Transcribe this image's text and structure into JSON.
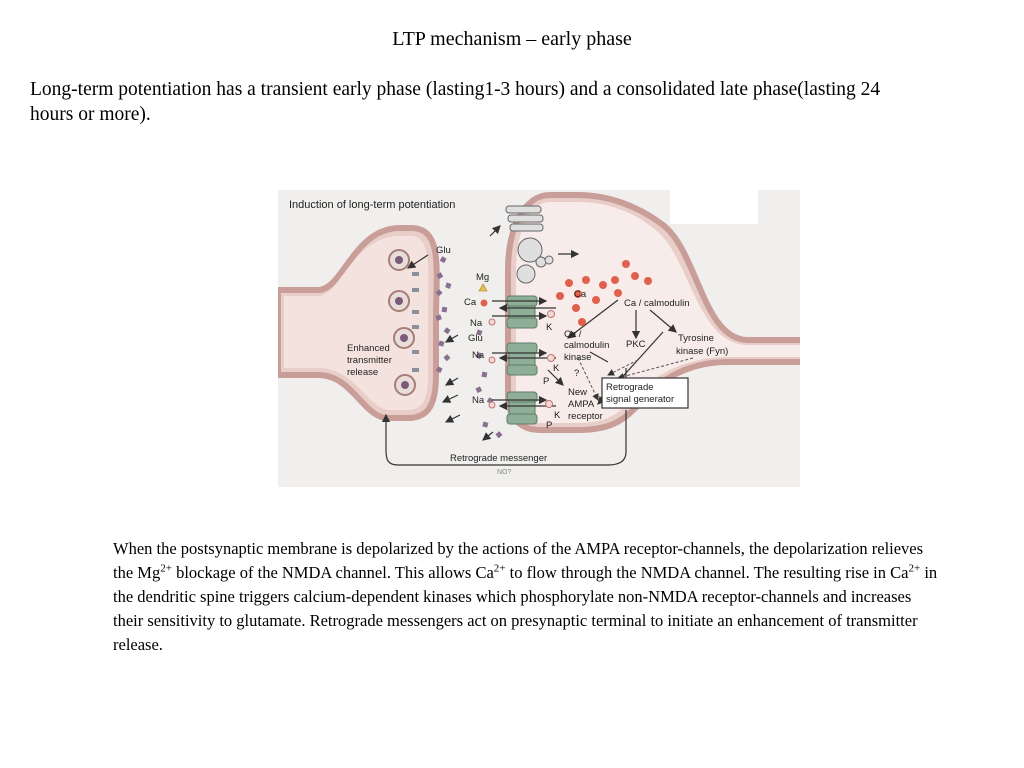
{
  "title": "LTP mechanism – early phase",
  "intro": "Long-term potentiation has a transient early phase (lasting1-3 hours) and a consolidated late phase(lasting 24 hours or more).",
  "figure": {
    "title": "Induction of long-term potentiation",
    "labels": {
      "glu_top": "Glu",
      "mg": "Mg",
      "ca_left": "Ca",
      "na_1": "Na",
      "glu_mid": "Glu",
      "na_2": "Na",
      "na_3": "Na",
      "k_1": "K",
      "k_2": "K",
      "k_3": "K",
      "p_1": "P",
      "p_2": "P",
      "ca_cluster": "Ca",
      "ca_calmodulin": "Ca / calmodulin",
      "camk_1": "Ca /",
      "camk_2": "calmodulin",
      "camk_3": "kinase",
      "pkc": "PKC",
      "tyrosine_1": "Tyrosine",
      "tyrosine_2": "kinase (Fyn)",
      "question": "?",
      "new_ampa_1": "New",
      "new_ampa_2": "AMPA",
      "new_ampa_3": "receptor",
      "retro_gen_1": "Retrograde",
      "retro_gen_2": "signal generator",
      "enhanced_1": "Enhanced",
      "enhanced_2": "transmitter",
      "enhanced_3": "release",
      "retro_msg": "Retrograde messenger",
      "no": "NO?"
    }
  },
  "caption": {
    "part1": "When the postsynaptic membrane is depolarized by the actions of the AMPA receptor-channels, the depolarization relieves the Mg",
    "sup1": "2+",
    "part2": " blockage of the NMDA channel. This allows Ca",
    "sup2": "2+",
    "part3": " to flow through the NMDA channel. The resulting rise in Ca",
    "sup3": "2+",
    "part4": " in the dendritic spine triggers calcium-dependent kinases which phosphorylate non-NMDA receptor-channels and increases their sensitivity to glutamate. Retrograde messengers act on presynaptic terminal to initiate an enhancement of transmitter release."
  },
  "colors": {
    "membrane": "#dcb4ae",
    "membrane_inner": "#f4e2de",
    "calcium": "#e0604e",
    "receptor": "#8fae98"
  }
}
